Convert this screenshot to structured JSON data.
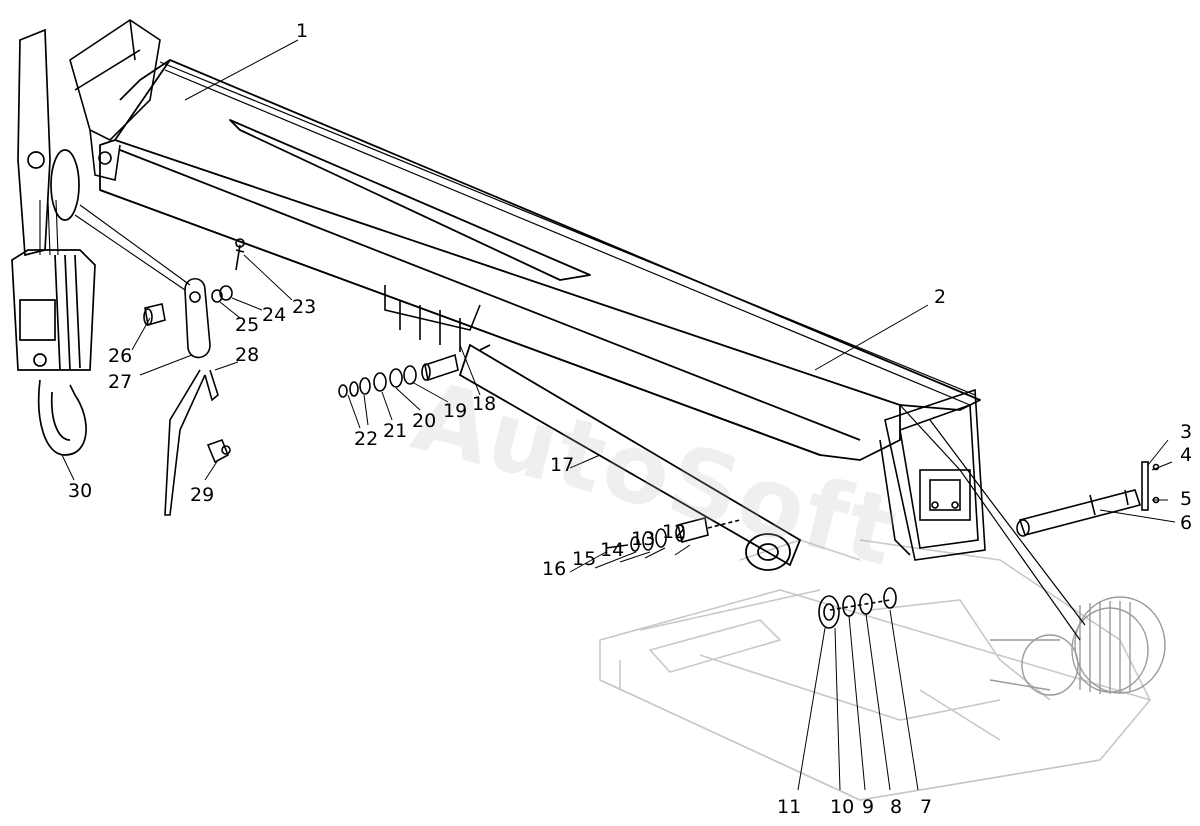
{
  "watermark": "AutoSoft",
  "callouts": [
    "1",
    "2",
    "3",
    "4",
    "5",
    "6",
    "7",
    "8",
    "9",
    "10",
    "11",
    "12",
    "13",
    "14",
    "15",
    "16",
    "17",
    "18",
    "19",
    "20",
    "21",
    "22",
    "23",
    "24",
    "25",
    "26",
    "27",
    "28",
    "29",
    "30"
  ],
  "colors": {
    "ink": "#000000",
    "ghost": "#c8c8c8",
    "watermark": "#b4b4b4"
  }
}
